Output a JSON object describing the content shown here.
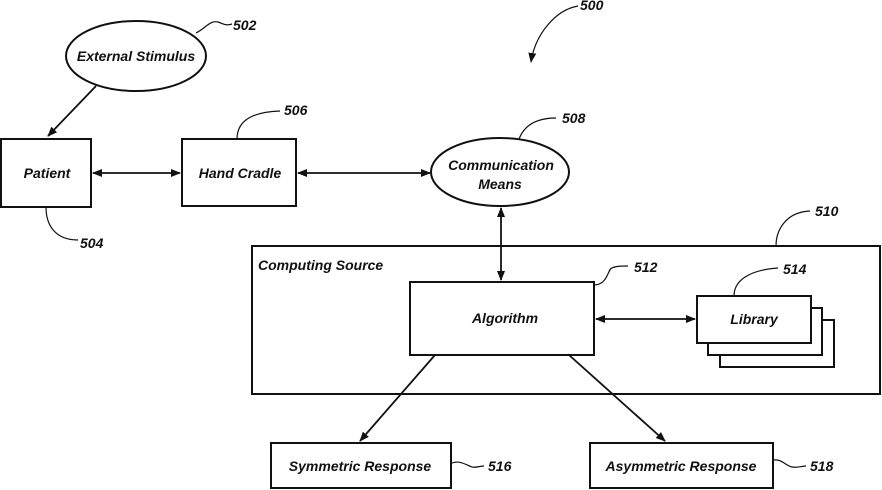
{
  "figure": {
    "ref": "500",
    "nodes": {
      "external_stimulus": {
        "label": "External Stimulus",
        "ref": "502",
        "shape": "ellipse"
      },
      "patient": {
        "label": "Patient",
        "ref": "504",
        "shape": "rect"
      },
      "hand_cradle": {
        "label": "Hand Cradle",
        "ref": "506",
        "shape": "rect"
      },
      "communication_means": {
        "label_line1": "Communication",
        "label_line2": "Means",
        "ref": "508",
        "shape": "ellipse"
      },
      "computing_source": {
        "label": "Computing Source",
        "ref": "510",
        "shape": "container"
      },
      "algorithm": {
        "label": "Algorithm",
        "ref": "512",
        "shape": "rect"
      },
      "library": {
        "label": "Library",
        "ref": "514",
        "shape": "stacked-rect"
      },
      "symmetric_response": {
        "label": "Symmetric Response",
        "ref": "516",
        "shape": "rect"
      },
      "asymmetric_response": {
        "label": "Asymmetric Response",
        "ref": "518",
        "shape": "rect"
      }
    },
    "edges": [
      {
        "from": "External Stimulus",
        "to": "Patient",
        "direction": "one-way"
      },
      {
        "from": "Patient",
        "to": "Hand Cradle",
        "direction": "two-way"
      },
      {
        "from": "Hand Cradle",
        "to": "Communication Means",
        "direction": "two-way"
      },
      {
        "from": "Communication Means",
        "to": "Algorithm",
        "direction": "two-way"
      },
      {
        "from": "Algorithm",
        "to": "Library",
        "direction": "two-way"
      },
      {
        "from": "Algorithm",
        "to": "Symmetric Response",
        "direction": "one-way"
      },
      {
        "from": "Algorithm",
        "to": "Asymmetric Response",
        "direction": "one-way"
      }
    ]
  }
}
